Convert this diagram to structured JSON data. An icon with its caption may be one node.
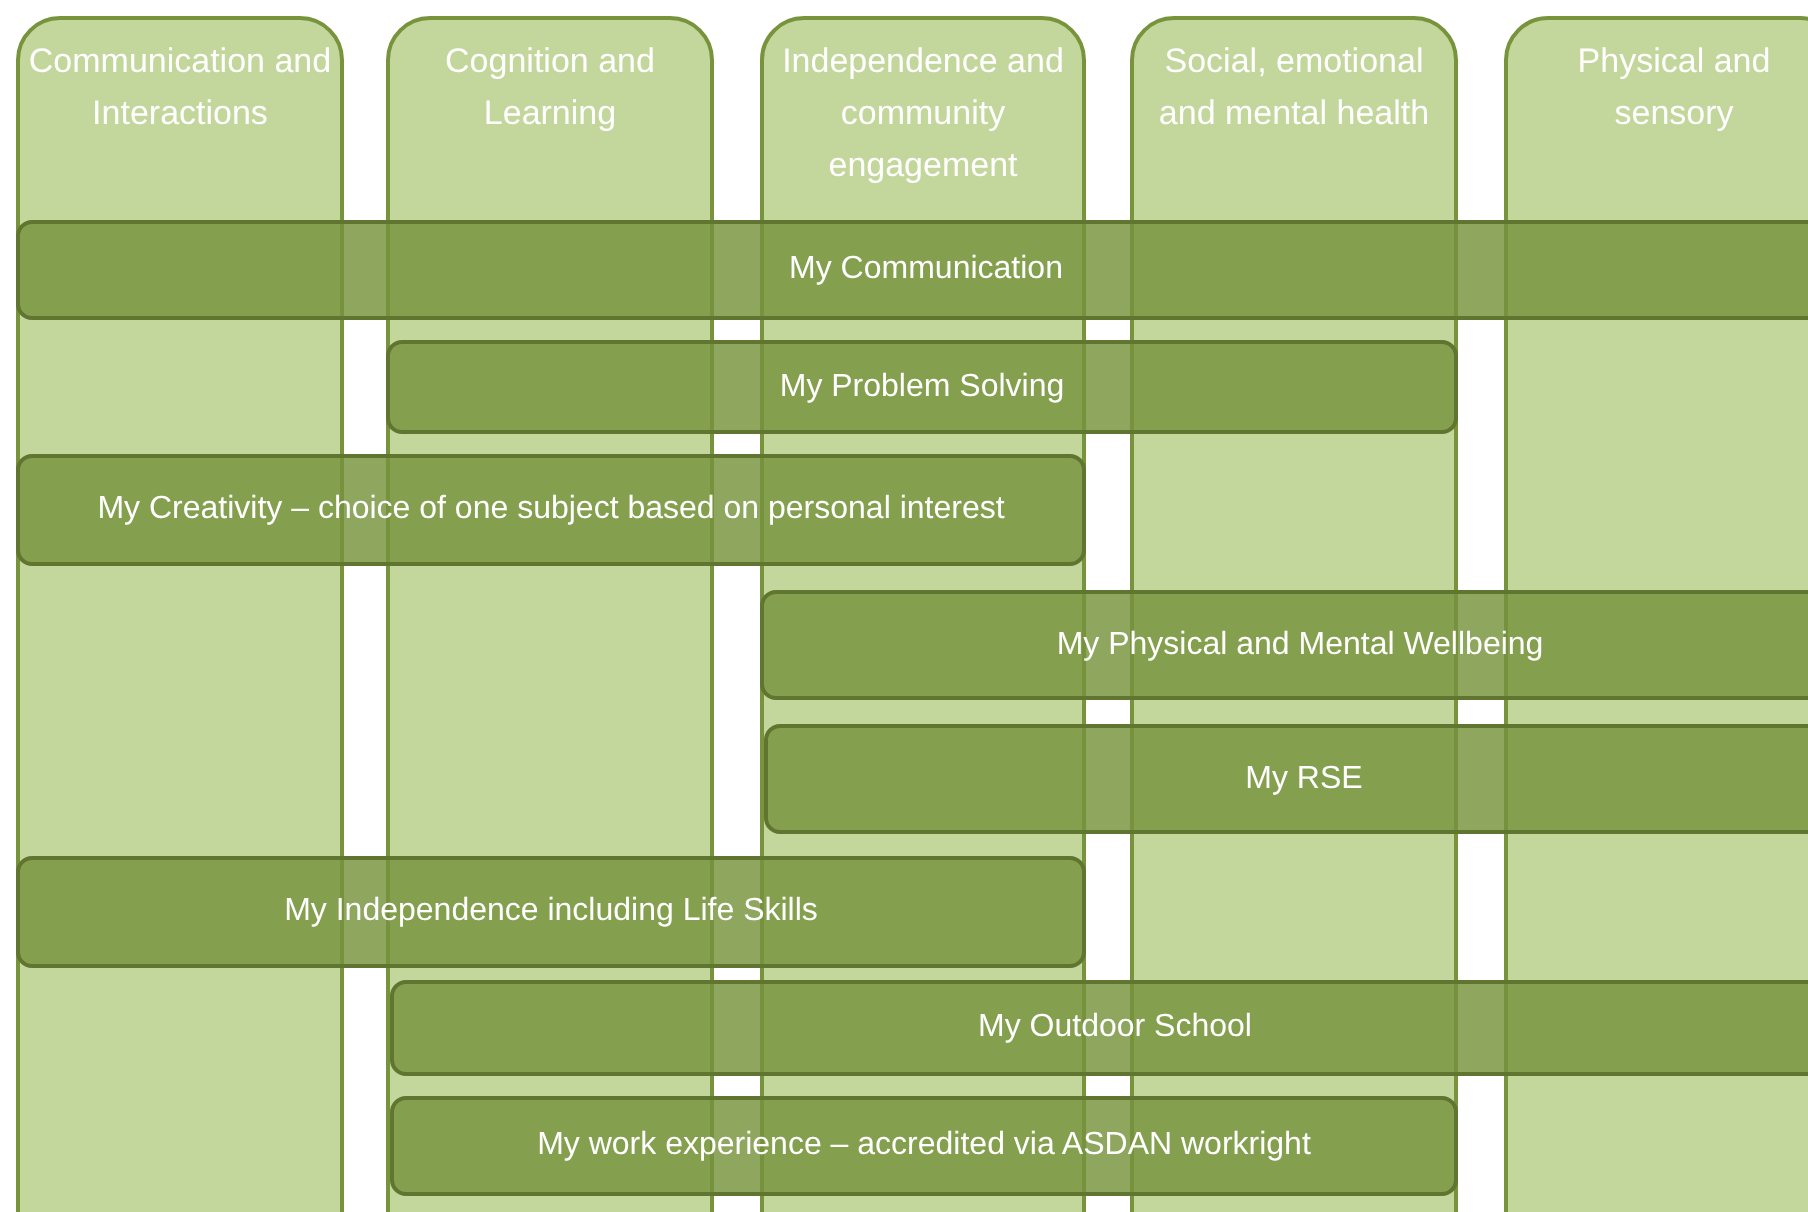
{
  "diagram": {
    "nodes": [
      {
        "text": [
          "Communication and Interactions"
        ]
      },
      {
        "text": [
          "Cognition and Learning"
        ]
      },
      {
        "text": [
          "Independence and community engagement"
        ]
      },
      {
        "text": [
          "Social, emotional and mental health"
        ]
      },
      {
        "text": [
          "Physical and sensory"
        ]
      },
      {
        "text": [
          "My Communication"
        ]
      },
      {
        "text": [
          "My Problem Solving"
        ]
      },
      {
        "text": [
          "My Creativity – choice of one subject based on personal interest"
        ]
      },
      {
        "text": [
          "My Physical and Mental Wellbeing"
        ]
      },
      {
        "text": [
          "My RSE"
        ]
      },
      {
        "text": [
          "My Independence including Life Skills"
        ]
      },
      {
        "text": [
          "My Outdoor School"
        ]
      },
      {
        "text": [
          "My work experience – accredited via ASDAN workright"
        ]
      }
    ]
  }
}
